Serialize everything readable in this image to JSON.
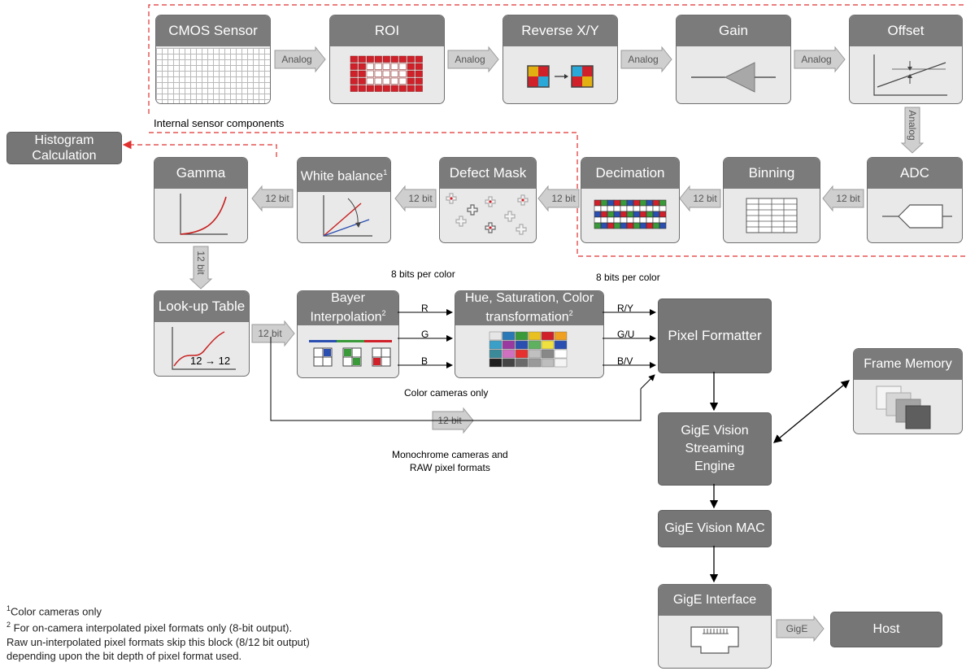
{
  "top_row": {
    "cmos": "CMOS Sensor",
    "roi": "ROI",
    "reverse": "Reverse X/Y",
    "gain": "Gain",
    "offset": "Offset",
    "conn_label": "Analog"
  },
  "internal_label": "Internal sensor components",
  "histogram": "Histogram\nCalculation",
  "second_row": {
    "gamma": "Gamma",
    "white_balance": "White balance",
    "defect_mask": "Defect Mask",
    "decimation": "Decimation",
    "binning": "Binning",
    "adc": "ADC",
    "bit_label": "12 bit",
    "analog_down": "Analog"
  },
  "gamma_down_label": "12 bit",
  "lut": {
    "title": "Look-up Table",
    "caption": "12 → 12"
  },
  "bayer": {
    "title": "Bayer Interpolation",
    "sup": "2"
  },
  "hue": {
    "title": "Hue, Saturation, Color transformation",
    "sup": "2"
  },
  "wb_sup": "1",
  "bits_per_color_1": "8 bits per color",
  "bits_per_color_2": "8 bits per color",
  "rgb_in": [
    "R",
    "G",
    "B"
  ],
  "rgb_out": [
    "R/Y",
    "G/U",
    "B/V"
  ],
  "color_only": "Color cameras only",
  "mono_label": "Monochrome cameras and\nRAW pixel formats",
  "bypass_bit": "12 bit",
  "lut_out_bit": "12 bit",
  "pixel_formatter": "Pixel Formatter",
  "frame_memory": "Frame Memory",
  "streaming_engine": "GigE Vision\nStreaming\nEngine",
  "mac": "GigE Vision MAC",
  "interface": "GigE Interface",
  "gige_label": "GigE",
  "host": "Host",
  "footnotes": {
    "n1_sup": "1",
    "n1": "Color cameras only",
    "n2_sup": "2",
    "n2": " For on-camera interpolated pixel formats only (8-bit output).",
    "n3": "Raw un-interpolated pixel formats skip this block (8/12 bit output)",
    "n4": "depending upon the bit depth of pixel format used."
  },
  "colors": {
    "header": "#7b7b7b",
    "body": "#e9e9e9",
    "dashed": "#e03030",
    "roi_red": "#d0202a",
    "bayer_blue": "#2a4fb0",
    "bayer_green": "#3a9a3a",
    "bayer_red": "#d0202a"
  }
}
